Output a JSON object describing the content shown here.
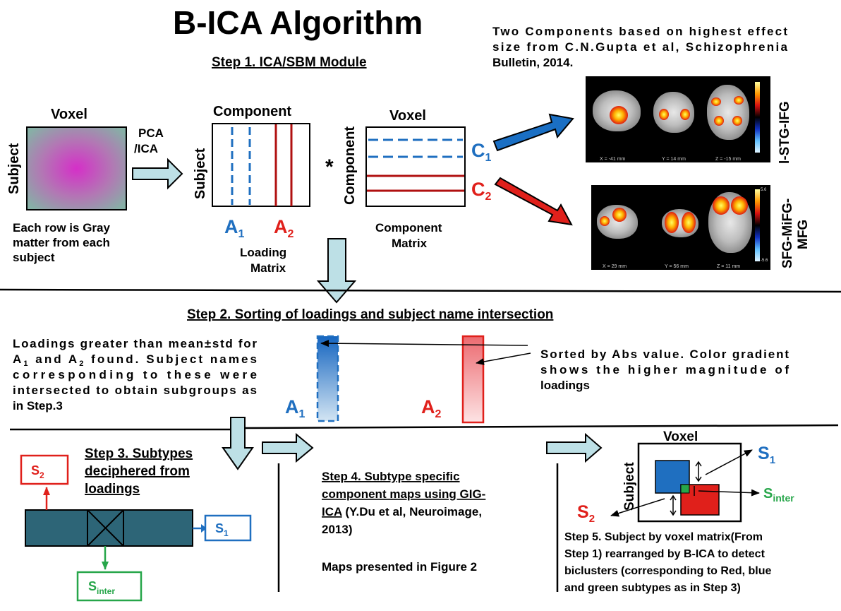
{
  "title": "B-ICA Algorithm",
  "citation": {
    "lines": [
      "Two Components based on highest effect",
      "size from C.N.Gupta et al, Schizophrenia",
      "Bulletin, 2014."
    ]
  },
  "step1": {
    "heading": "Step 1. ICA/SBM Module",
    "voxel_label": "Voxel",
    "subject_label": "Subject",
    "desc_lines": [
      "Each row is Gray",
      "matter from each",
      "subject"
    ],
    "pca_lines": [
      "PCA",
      "/ICA"
    ],
    "component_label": "Component",
    "loading_subject_label": "Subject",
    "a1_base": "A",
    "a1_sub": "1",
    "a2_base": "A",
    "a2_sub": "2",
    "loading_lines": [
      "Loading",
      "Matrix"
    ],
    "multiply": "*",
    "voxel_label2": "Voxel",
    "component_vertical": "Component",
    "comp_matrix_lines": [
      "Component",
      "Matrix"
    ],
    "c1_base": "C",
    "c1_sub": "1",
    "c2_base": "C",
    "c2_sub": "2",
    "map1_label": "l-STG-IFG",
    "map2_lines": [
      "SFG-MiFG-",
      "MFG"
    ],
    "map1_coords": [
      "X = -41 mm",
      "Y = 14 mm",
      "Z = -15 mm"
    ],
    "map2_coords": [
      "X = 29 mm",
      "Y = 56 mm",
      "Z = 11 mm"
    ],
    "map2_cbar_ticks": [
      "5.6",
      "-5.6"
    ]
  },
  "step2": {
    "heading": "Step 2. Sorting of loadings and subject name intersection",
    "left_lines": [
      {
        "segs": [
          "Loadings greater than mean",
          "±",
          "std for"
        ]
      },
      {
        "segs": [
          "A",
          "1",
          " and A",
          "2",
          " found. Subject names"
        ]
      },
      {
        "segs": [
          "corresponding to these were"
        ]
      },
      {
        "segs": [
          "intersected to obtain subgroups as"
        ]
      },
      {
        "segs": [
          "in Step.3"
        ]
      }
    ],
    "right_lines": [
      "Sorted by Abs value. Color gradient",
      "shows the higher magnitude of",
      "loadings"
    ],
    "a1_base": "A",
    "a1_sub": "1",
    "a2_base": "A",
    "a2_sub": "2"
  },
  "step3": {
    "heading_lines": [
      "Step 3. Subtypes",
      "deciphered from",
      "loadings"
    ],
    "s2_base": "S",
    "s2_sub": "2",
    "s1_base": "S",
    "s1_sub": "1",
    "sinter_base": "S",
    "sinter_sub": "inter"
  },
  "step4": {
    "heading_lines": [
      "Step 4. Subtype specific",
      "component maps using GIG-",
      "ICA"
    ],
    "citation_tail": " (Y.Du et al, Neuroimage,",
    "citation_lines": [
      "2013)"
    ],
    "maps_note": "Maps presented in Figure 2"
  },
  "step5": {
    "voxel_label": "Voxel",
    "subject_label": "Subject",
    "s1_base": "S",
    "s1_sub": "1",
    "s2_base": "S",
    "s2_sub": "2",
    "sinter_base": "S",
    "sinter_sub": "inter",
    "desc_lines": [
      "Step 5. Subject by voxel matrix(From",
      "Step 1) rearranged by B-ICA to detect",
      "biclusters (corresponding to Red, blue",
      "and green subtypes as in Step 3)"
    ]
  },
  "colors": {
    "blue": "#1f6fc0",
    "red": "#e0201b",
    "darkred": "#b01010",
    "green": "#27a64a",
    "teal": "#2d6577",
    "arrow_fill": "#bde0e6",
    "voxel_center": "#d52fc8",
    "voxel_edge": "#86b0a6"
  }
}
